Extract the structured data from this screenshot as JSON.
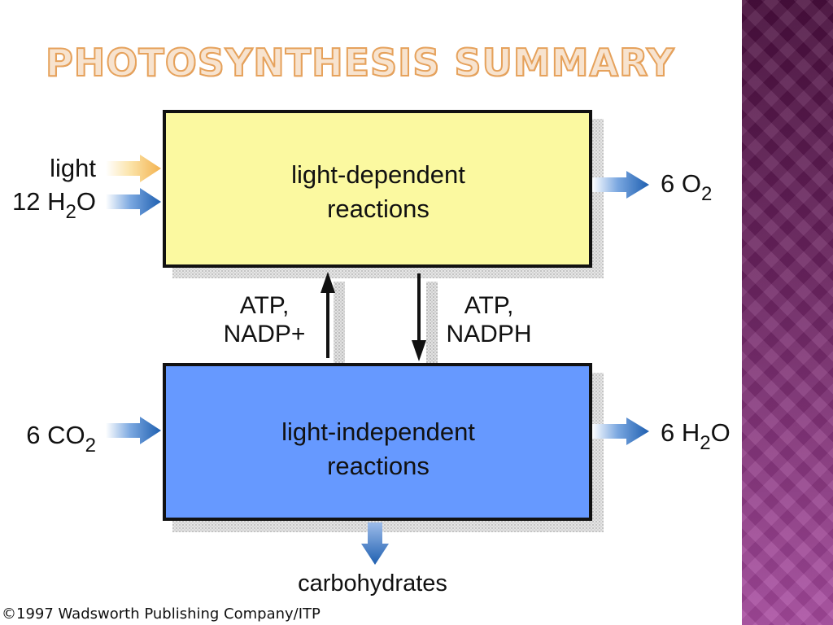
{
  "slide": {
    "title": "Photosynthesis Summary",
    "accent_color": "#e6a25c",
    "side_panel_color": "#8e3a86"
  },
  "diagram": {
    "top_box": {
      "line1": "light-dependent",
      "line2": "reactions",
      "fill": "#fbf9a0"
    },
    "bottom_box": {
      "line1": "light-independent",
      "line2": "reactions",
      "fill": "#6699ff"
    },
    "inputs_top": [
      {
        "text": "light",
        "arrow_color": "#f7c66b"
      },
      {
        "text": "12 H",
        "sub": "2",
        "suffix": "O",
        "arrow_color": "#1e5fb0"
      }
    ],
    "output_top": {
      "text": "6 O",
      "sub": "2"
    },
    "input_bottom": {
      "text": "6 CO",
      "sub": "2"
    },
    "output_bottom": {
      "text": "6 H",
      "sub": "2",
      "suffix": "O"
    },
    "up_label": {
      "line1": "ATP,",
      "line2": "NADP+"
    },
    "down_label": {
      "line1": "ATP,",
      "line2": "NADPH"
    },
    "product": "carbohydrates"
  },
  "copyright": "©1997 Wadsworth Publishing Company/ITP"
}
